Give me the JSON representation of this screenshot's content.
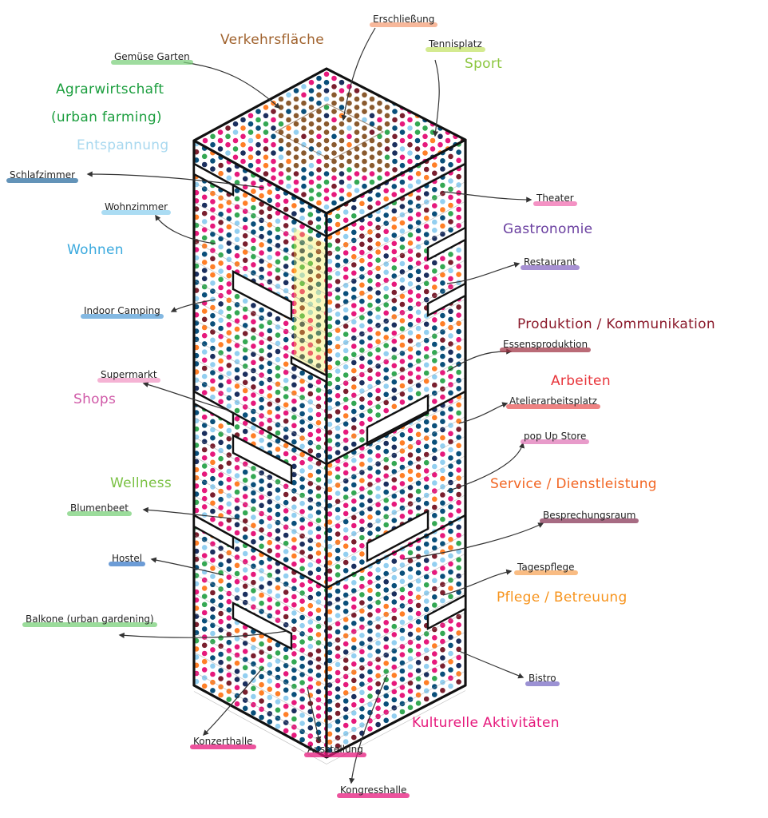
{
  "colors": {
    "outline": "#111111",
    "dots": [
      "#e6197c",
      "#0a4f7a",
      "#34a853",
      "#ff7f27",
      "#93cff0",
      "#7a1f2e",
      "#1b2f5e",
      "#e6197c",
      "#0a4f7a"
    ],
    "top_brown": "#8a5a2e",
    "yellow_glow": "#f6ef45"
  },
  "categories": [
    {
      "id": "verkehrsflaeche",
      "text": "Verkehrsfläche",
      "color": "#a0622d"
    },
    {
      "id": "sport",
      "text": "Sport",
      "color": "#8cc63f"
    },
    {
      "id": "agrarwirtschaft",
      "text": "Agrarwirtschaft",
      "color": "#1b9e3e"
    },
    {
      "id": "urban_farming",
      "text": "(urban farming)",
      "color": "#1b9e3e"
    },
    {
      "id": "entspannung",
      "text": "Entspannung",
      "color": "#a8d8ef"
    },
    {
      "id": "wohnen",
      "text": "Wohnen",
      "color": "#3aa9de"
    },
    {
      "id": "gastronomie",
      "text": "Gastronomie",
      "color": "#6a3fa0"
    },
    {
      "id": "produktion",
      "text": "Produktion / Kommunikation",
      "color": "#8b1a2b"
    },
    {
      "id": "arbeiten",
      "text": "Arbeiten",
      "color": "#e8343a"
    },
    {
      "id": "shops",
      "text": "Shops",
      "color": "#d05aa8"
    },
    {
      "id": "wellness",
      "text": "Wellness",
      "color": "#7ac143"
    },
    {
      "id": "service",
      "text": "Service / Dienstleistung",
      "color": "#f26522"
    },
    {
      "id": "pflege",
      "text": "Pflege / Betreuung",
      "color": "#f7941d"
    },
    {
      "id": "kultur",
      "text": "Kulturelle Aktivitäten",
      "color": "#e6197c"
    }
  ],
  "labels": [
    {
      "id": "erschliessung",
      "text": "Erschließung",
      "hl": "#f4a07a"
    },
    {
      "id": "tennisplatz",
      "text": "Tennisplatz",
      "hl": "#c5e36b"
    },
    {
      "id": "gemuese_garten",
      "text": "Gemüse Garten",
      "hl": "#7fd07f"
    },
    {
      "id": "schlafzimmer",
      "text": "Schlafzimmer",
      "hl": "#2f6fa0"
    },
    {
      "id": "wohnzimmer",
      "text": "Wohnzimmer",
      "hl": "#8fd0ef"
    },
    {
      "id": "theater",
      "text": "Theater",
      "hl": "#f06eb0"
    },
    {
      "id": "restaurant",
      "text": "Restaurant",
      "hl": "#8a6cc4"
    },
    {
      "id": "indoor_camping",
      "text": "Indoor Camping",
      "hl": "#5aa0d8"
    },
    {
      "id": "essensproduktion",
      "text": "Essensproduktion",
      "hl": "#a33a4a"
    },
    {
      "id": "supermarkt",
      "text": "Supermarkt",
      "hl": "#f29ac5"
    },
    {
      "id": "atelierarbeitsplatz",
      "text": "Atelierarbeitsplatz",
      "hl": "#e85a5a"
    },
    {
      "id": "pop_up_store",
      "text": "pop Up Store",
      "hl": "#e07ab8"
    },
    {
      "id": "blumenbeet",
      "text": "Blumenbeet",
      "hl": "#7ad07a"
    },
    {
      "id": "besprechungsraum",
      "text": "Besprechungsraum",
      "hl": "#8a3a5a"
    },
    {
      "id": "hostel",
      "text": "Hostel",
      "hl": "#3b7bc8"
    },
    {
      "id": "tagespflege",
      "text": "Tagespflege",
      "hl": "#f7a65a"
    },
    {
      "id": "balkone",
      "text": "Balkone (urban gardening)",
      "hl": "#7ad07a"
    },
    {
      "id": "bistro",
      "text": "Bistro",
      "hl": "#7a6cc4"
    },
    {
      "id": "konzerthalle",
      "text": "Konzerthalle",
      "hl": "#e6197c"
    },
    {
      "id": "ausstellung",
      "text": "Ausstellung",
      "hl": "#e6197c"
    },
    {
      "id": "kongresshalle",
      "text": "Kongresshalle",
      "hl": "#e6197c"
    }
  ]
}
